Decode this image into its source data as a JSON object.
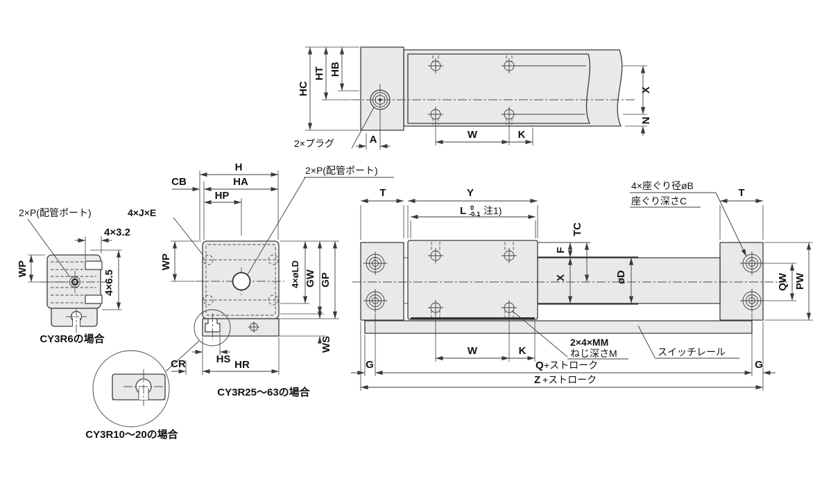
{
  "colors": {
    "line": "#3a3a3a",
    "body_fill": "#e9e9e9",
    "background": "#ffffff",
    "text": "#111111"
  },
  "views": {
    "top": {
      "dims": {
        "hc": "HC",
        "ht": "HT",
        "hb": "HB",
        "a": "A",
        "w": "W",
        "k": "K",
        "x": "X",
        "n": "N"
      },
      "callouts": {
        "plug": "2×プラグ"
      }
    },
    "side_cy3r6": {
      "dims": {
        "wp": "WP",
        "slot_width": "4×3.2",
        "slot_depth": "4×6.5"
      },
      "callouts": {
        "port": "2×P(配管ポート)",
        "mount_holes": "4×J×E"
      },
      "caption": "CY3R6の場合"
    },
    "side_cy3r25_63": {
      "dims": {
        "h": "H",
        "ha": "HA",
        "hp": "HP",
        "cb": "CB",
        "wp": "WP",
        "ld": "4×øLD",
        "gw": "GW",
        "gp": "GP",
        "ws": "WS",
        "hs": "HS",
        "hr": "HR",
        "cr": "CR"
      },
      "callouts": {
        "port": "2×P(配管ポート)"
      },
      "caption": "CY3R25〜63の場合"
    },
    "detail_cy3r10_20": {
      "caption": "CY3R10〜20の場合"
    },
    "front": {
      "dims": {
        "t_left": "T",
        "t_right": "T",
        "y": "Y",
        "l": "L",
        "l_tol_upper": "0",
        "l_tol_lower": "-0.1",
        "l_note": "注1)",
        "tc": "TC",
        "f": "F",
        "x": "X",
        "dia": "øD",
        "qw": "QW",
        "pw": "PW",
        "w": "W",
        "k": "K",
        "g_left": "G",
        "g_right": "G",
        "q": "Q",
        "q_suffix": "+ストローク",
        "z": "Z",
        "z_suffix": "+ストローク"
      },
      "callouts": {
        "counterbore_line1": "4×座ぐり径øB",
        "counterbore_line2": "座ぐり深さC",
        "thread_line1": "2×4×MM",
        "thread_line2": "ねじ深さM",
        "switch_rail": "スイッチレール"
      }
    }
  }
}
